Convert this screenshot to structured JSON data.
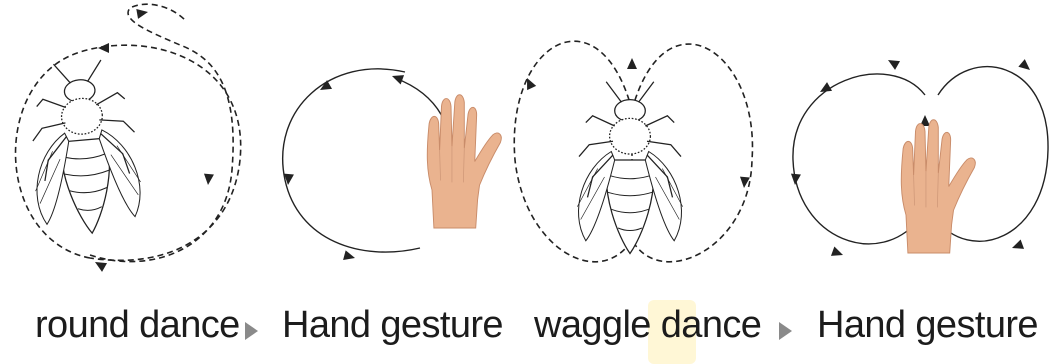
{
  "panels": [
    {
      "caption": "round dance",
      "type": "bee-diagram"
    },
    {
      "caption": "Hand gesture",
      "type": "hand-gesture"
    },
    {
      "caption": "waggle dance",
      "type": "bee-diagram"
    },
    {
      "caption": "Hand gesture",
      "type": "hand-gesture"
    }
  ],
  "colors": {
    "stroke": "#222222",
    "arrow": "#8a8a8a",
    "skin": "#e9b08c",
    "highlight": "#fff7d6"
  },
  "icons": [
    "bee-icon",
    "hand-icon",
    "play-triangle-icon"
  ]
}
